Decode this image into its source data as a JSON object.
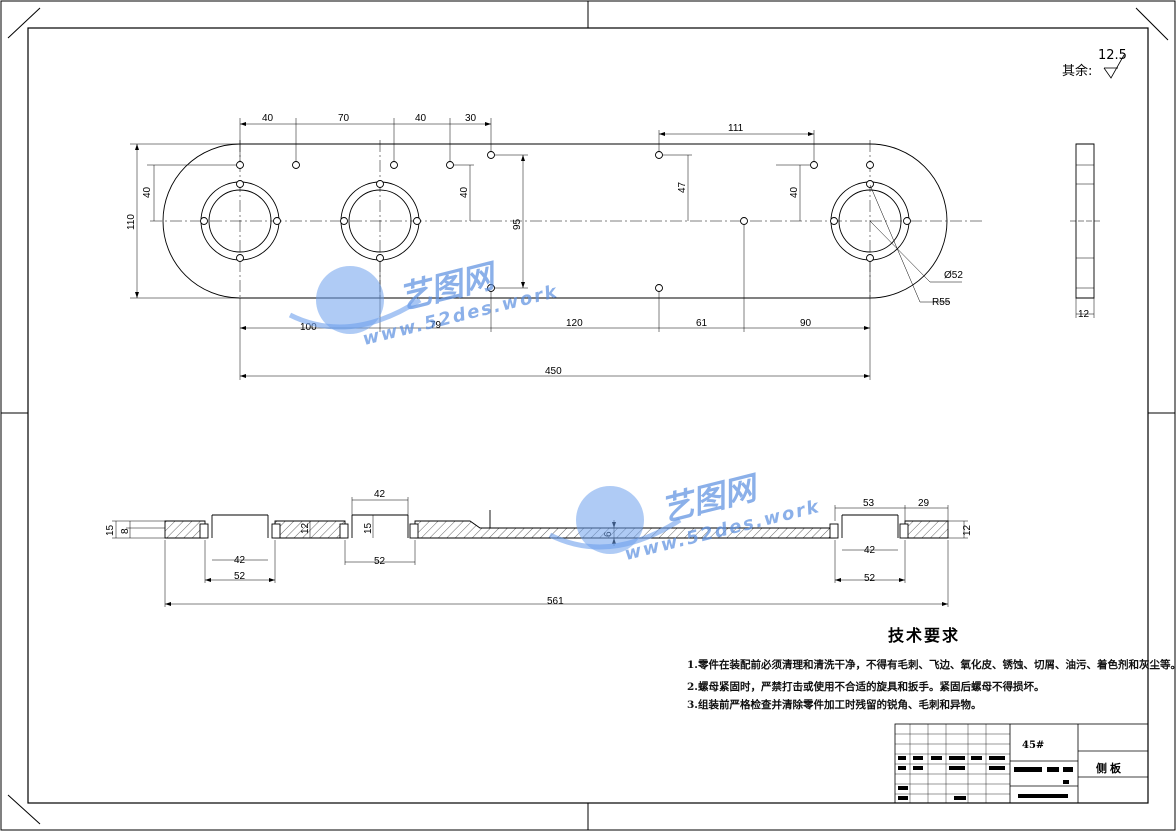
{
  "drawing": {
    "roughness_label": "其余:",
    "roughness_value": "12.5",
    "top_view_dims": {
      "d40a": "40",
      "d70": "70",
      "d40b": "40",
      "d30": "30",
      "d111": "111",
      "v110": "110",
      "v40a": "40",
      "v40b": "40",
      "v95": "95",
      "v47": "47",
      "v40c": "40",
      "h100": "100",
      "h79": "79",
      "h120": "120",
      "h61": "61",
      "h90": "90",
      "h450": "450",
      "phi52": "Ø52",
      "r55": "R55",
      "side12": "12"
    },
    "section_dims": {
      "s42a": "42",
      "s42b": "42",
      "s52a": "52",
      "s52b": "52",
      "s53": "53",
      "s29": "29",
      "s42c": "42",
      "s52c": "52",
      "s561": "561",
      "v15a": "15",
      "v8": "8",
      "v12a": "12",
      "v15b": "15",
      "v6": "6",
      "v12b": "12"
    }
  },
  "watermark": {
    "brand": "艺图网",
    "url": "www.52des.work"
  },
  "tech_requirements": {
    "title": "技术要求",
    "items": [
      "1.零件在装配前必须清理和清洗干净，不得有毛刺、飞边、氧化皮、锈蚀、切屑、油污、着色剂和灰尘等。",
      "2.螺母紧固时，严禁打击或使用不合适的旋具和扳手。紧固后螺母不得损坏。",
      "3.组装前严格检查并清除零件加工时残留的锐角、毛刺和异物。"
    ]
  },
  "title_block": {
    "material": "45#",
    "part_name": "侧板"
  }
}
